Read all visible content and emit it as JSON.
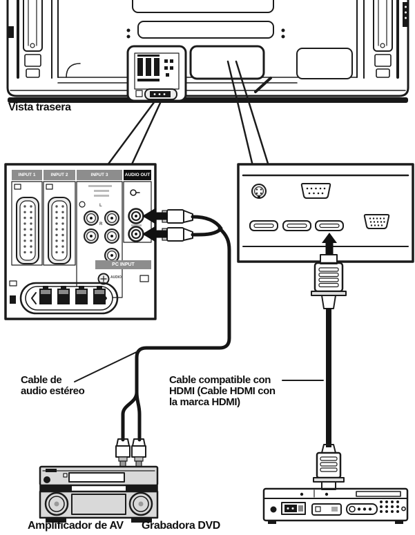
{
  "figure": {
    "rear_view_caption": "Vista trasera"
  },
  "left_panel": {
    "headers": [
      {
        "label": "INPUT 1"
      },
      {
        "label": "INPUT 2"
      },
      {
        "label": "INPUT 3"
      },
      {
        "label": "AUDIO OUT"
      }
    ],
    "pc_input_label": "PC INPUT",
    "audio_jack_label": "AUDIO",
    "channel_left": "L",
    "channel_right": "R"
  },
  "cables": {
    "audio_label_line1": "Cable de",
    "audio_label_line2": "audio estéreo",
    "hdmi_label_line1": "Cable compatible con",
    "hdmi_label_line2": "HDMI (Cable HDMI con",
    "hdmi_label_line3": "la marca HDMI)"
  },
  "devices": {
    "amplifier_label": "Amplificador de AV",
    "dvd_recorder_label": "Grabadora DVD"
  },
  "icons": {
    "arrow_left": "◀",
    "arrow_up": "▲"
  },
  "colors": {
    "line": "#1b1b1b",
    "arrow": "#111111",
    "header_grey": "#8d8d8d",
    "header_black": "#101010",
    "device_grey": "#d9d9d9"
  }
}
